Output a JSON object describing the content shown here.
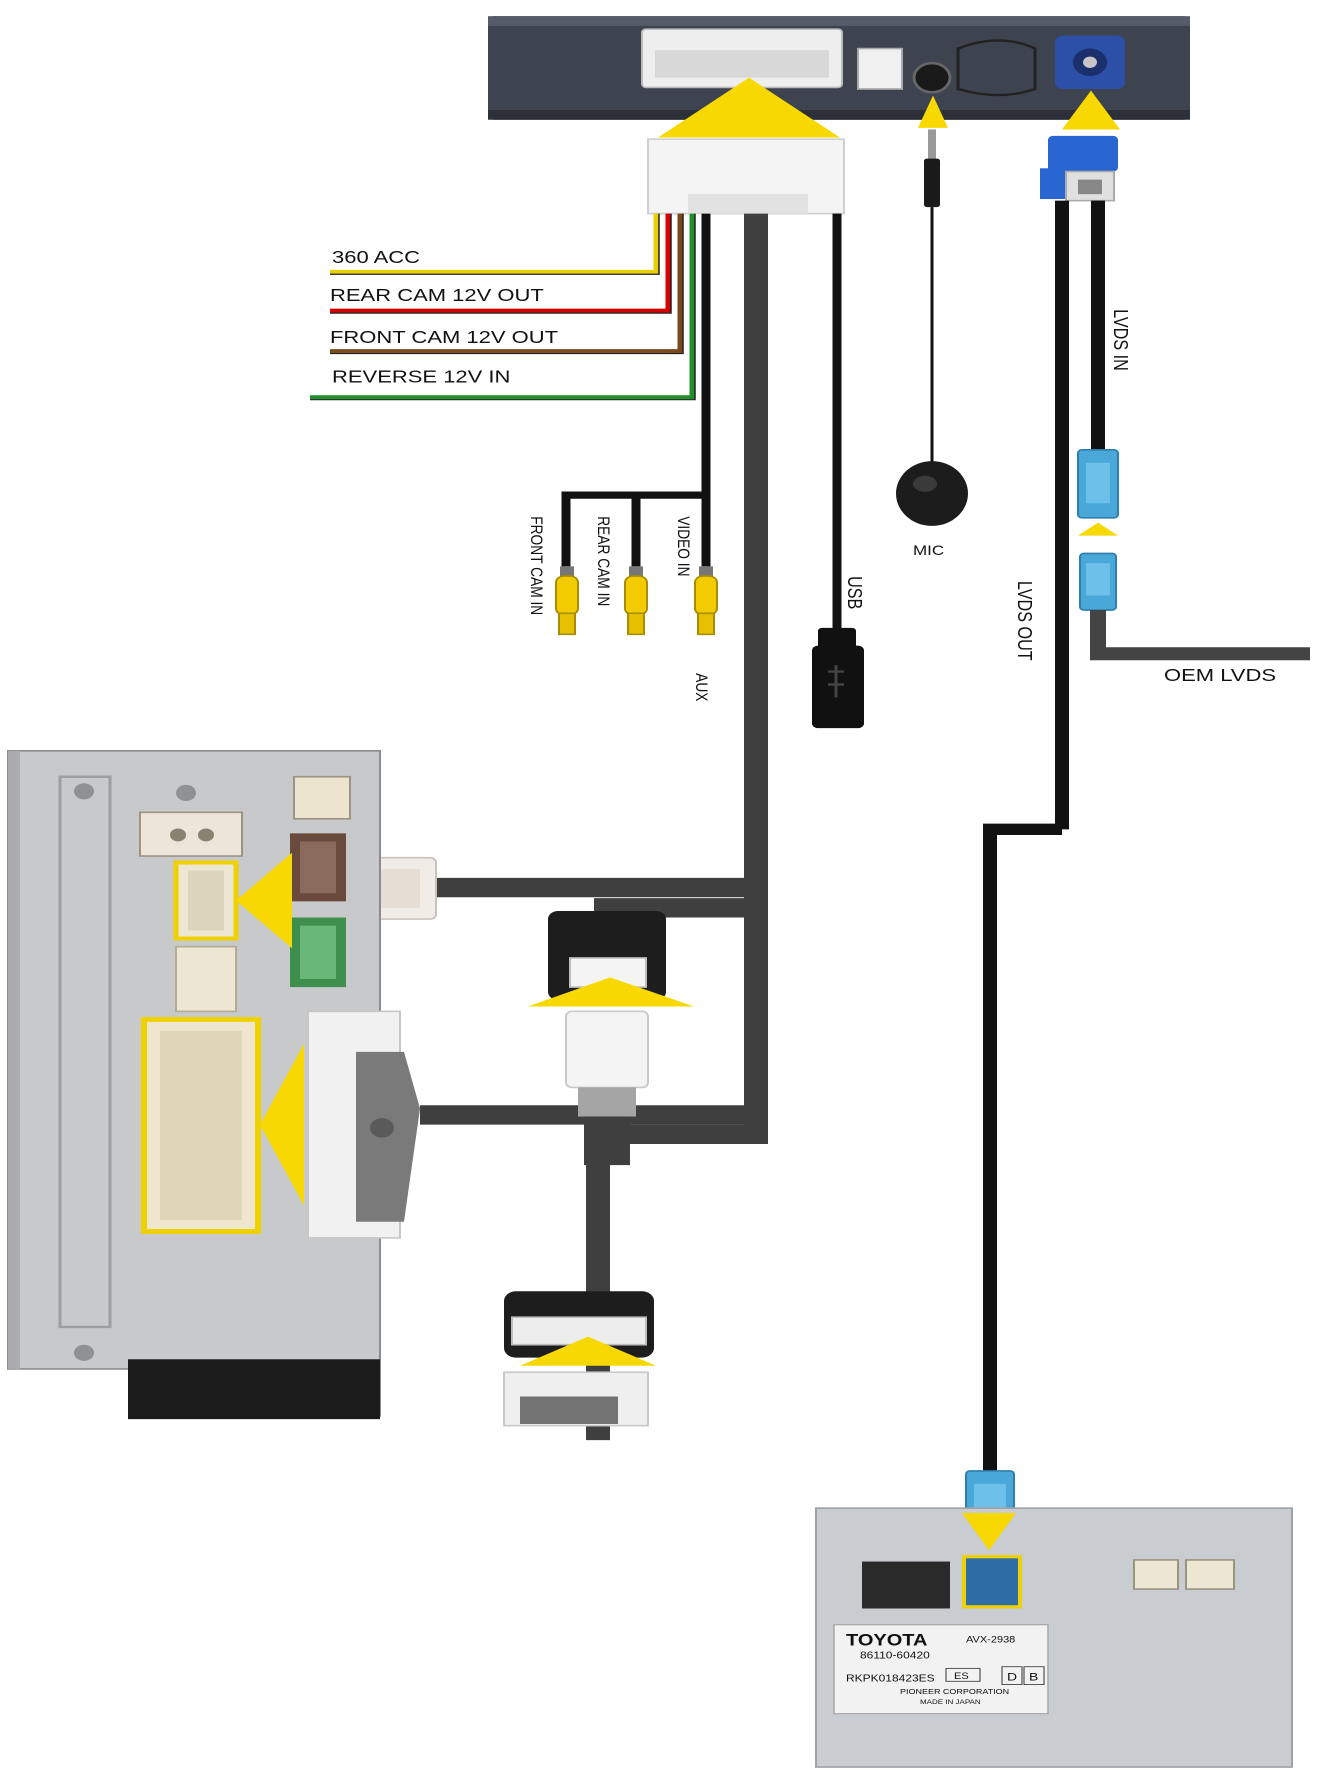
{
  "labels": {
    "acc": "360 ACC",
    "rear_cam_out": "REAR CAM 12V OUT",
    "front_cam_out": "FRONT CAM 12V OUT",
    "reverse_in": "REVERSE 12V IN",
    "front_cam_in": "FRONT CAM IN",
    "rear_cam_in": "REAR CAM IN",
    "video_in": "VIDEO IN",
    "aux": "AUX",
    "usb": "USB",
    "mic": "MIC",
    "lvds_in": "LVDS IN",
    "lvds_out": "LVDS OUT",
    "oem_lvds": "OEM LVDS"
  },
  "head_unit_label": {
    "brand": "TOYOTA",
    "part_no": "86110-60420",
    "model": "AVX-2938",
    "serial": "RKPK018423ES",
    "badge": "ES",
    "box1": "D",
    "box2": "B",
    "maker": "PIONEER CORPORATION",
    "origin": "MADE IN JAPAN"
  },
  "colors": {
    "acc_wire": "#e8cf00",
    "rear_cam_wire": "#d40000",
    "front_cam_wire": "#7a4a1e",
    "reverse_wire": "#1f8f2a",
    "cable": "#3f3f3f",
    "arrow": "#f7d800",
    "lvds_blue": "#4aa8d8",
    "interface_box": "#3e4350"
  }
}
